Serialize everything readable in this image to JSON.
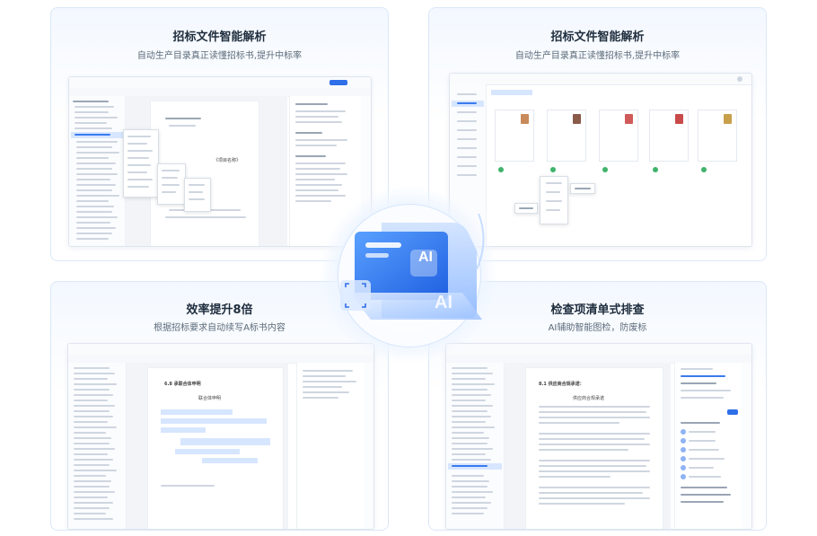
{
  "cards": [
    {
      "title": "招标文件智能解析",
      "subtitle": "自动生产目录真正读懂招标书,提升中标率"
    },
    {
      "title": "招标文件智能解析",
      "subtitle": "自动生产目录真正读懂招标书,提升中标率"
    },
    {
      "title": "效率提升8倍",
      "subtitle": "根据招标要求自动续写A标书内容"
    },
    {
      "title": "检查项清单式排查",
      "subtitle": "AI辅助智能图检，防废标"
    }
  ],
  "center_graphic": {
    "card_text": "AI",
    "base_text": "AI",
    "accent_color": "#2f6fe8"
  },
  "shot1": {
    "doc_heading": "项目名称",
    "doc_heading_text": "《项目名称》"
  },
  "shot3": {
    "heading": "6.8 承联合体申明",
    "subheading": "联合体申明"
  },
  "shot4": {
    "heading": "8.1 供应商合规承诺：",
    "subheading": "供应商合规承诺"
  },
  "icons": [
    "ai-document-icon",
    "scan-frame-icon",
    "document-thumbnail-icon",
    "avatar-icon"
  ]
}
